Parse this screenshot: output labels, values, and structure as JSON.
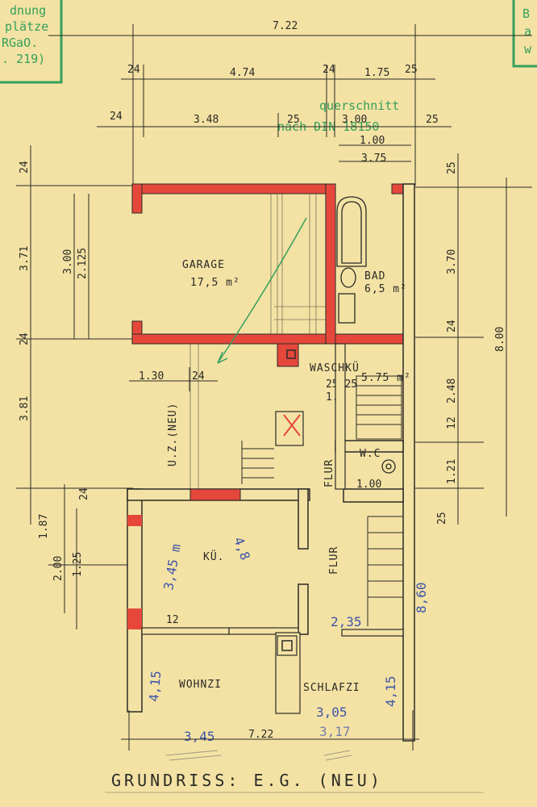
{
  "stamp_left": {
    "line1": "dnung",
    "line2": "plätze",
    "line3": "RGaO.",
    "line4": ". 219)"
  },
  "stamp_right": {
    "line1": "B",
    "line2": "a",
    "line3": "w"
  },
  "green_note": {
    "line1": "querschnitt",
    "line2": "nach DIN 18150"
  },
  "dimensions": {
    "total_width": "7.22",
    "top_row": [
      "24",
      "4.74",
      "24",
      "1.75",
      "25"
    ],
    "second_row": [
      "24",
      "3.48",
      "25",
      "3.00",
      "25"
    ],
    "stair_small": [
      "1.00",
      "3.75"
    ],
    "left_col": [
      "24",
      "3.71",
      "3.00",
      "2.125",
      "24",
      "3.81",
      "1.87",
      "2.00",
      "1.25"
    ],
    "right_col": [
      "25",
      "3.70",
      "8.00",
      "24",
      "2.48",
      "12",
      "1.21",
      "25"
    ],
    "misc": [
      "1.30",
      "24",
      "24",
      "12",
      "25/25",
      "1.4",
      "1.00"
    ],
    "bottom": "7.22"
  },
  "rooms": {
    "garage": {
      "name": "GARAGE",
      "area": "17,5 m²"
    },
    "bad": {
      "name": "BAD",
      "area": "6,5 m²"
    },
    "waschku": {
      "name": "WASCHKÜ",
      "area": "5.75 m²"
    },
    "wc": {
      "name": "W.C"
    },
    "kueche": {
      "name": "KÜ."
    },
    "flur": {
      "name": "FLUR"
    },
    "wohnzi": {
      "name": "WOHNZI"
    },
    "schlafzi": {
      "name": "SCHLAFZI"
    },
    "uz": {
      "name": "U.Z.(NEU)"
    },
    "flur_vertical": {
      "name": "FLUR"
    }
  },
  "pencil_notes": {
    "kue_width": "3,45 m",
    "kue_diag": "4,8",
    "flur_right": "8,60",
    "flur_low": "2,35",
    "wohn_side": "4,15",
    "schlaf_side": "4,15",
    "schlaf_width": "3,05",
    "schlaf_width2": "3,17",
    "bottom_left": "3,45"
  },
  "title": "GRUNDRISS: E.G. (NEU)",
  "colors": {
    "paper": "#f3e2a4",
    "ink": "#2b2a26",
    "red_wall": "#e5483b",
    "blue_pencil": "#3f55a8",
    "green_stamp": "#35a05a"
  }
}
